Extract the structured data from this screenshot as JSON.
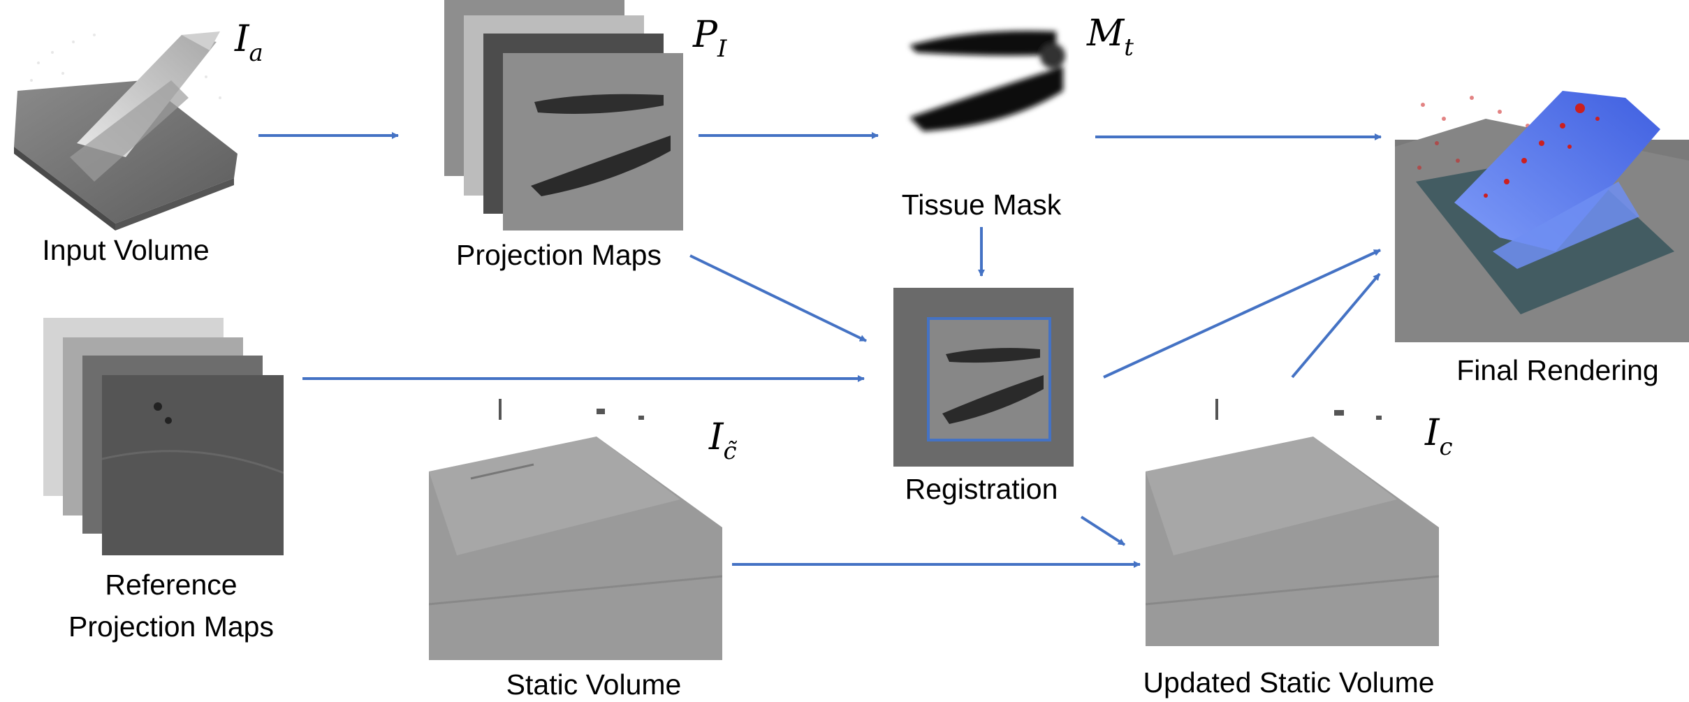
{
  "nodes": {
    "input_volume": {
      "label": "Input Volume",
      "symbol": "I",
      "sub": "a"
    },
    "projection_maps": {
      "label": "Projection Maps",
      "symbol": "P",
      "sub": "I"
    },
    "tissue_mask": {
      "label": "Tissue Mask",
      "symbol": "M",
      "sub": "t"
    },
    "final_rendering": {
      "label": "Final Rendering"
    },
    "reference_maps": {
      "label_line1": "Reference",
      "label_line2": "Projection Maps"
    },
    "registration": {
      "label": "Registration"
    },
    "static_volume": {
      "label": "Static Volume",
      "symbol": "I",
      "sub": "c̃"
    },
    "updated_static_volume": {
      "label": "Updated Static Volume",
      "symbol": "I",
      "sub": "c"
    }
  },
  "edges": [
    {
      "from": "Input Volume",
      "to": "Projection Maps"
    },
    {
      "from": "Projection Maps",
      "to": "Tissue Mask"
    },
    {
      "from": "Tissue Mask",
      "to": "Final Rendering"
    },
    {
      "from": "Tissue Mask",
      "to": "Registration"
    },
    {
      "from": "Projection Maps",
      "to": "Registration"
    },
    {
      "from": "Reference Projection Maps",
      "to": "Registration"
    },
    {
      "from": "Registration",
      "to": "Final Rendering"
    },
    {
      "from": "Registration",
      "to": "Updated Static Volume"
    },
    {
      "from": "Static Volume",
      "to": "Updated Static Volume"
    },
    {
      "from": "Updated Static Volume",
      "to": "Final Rendering"
    }
  ],
  "colors": {
    "arrow": "#4472c4",
    "registration_box": "#4472c4",
    "rendering_blue": "#5b7ef0",
    "rendering_red": "#cc1f1f"
  }
}
